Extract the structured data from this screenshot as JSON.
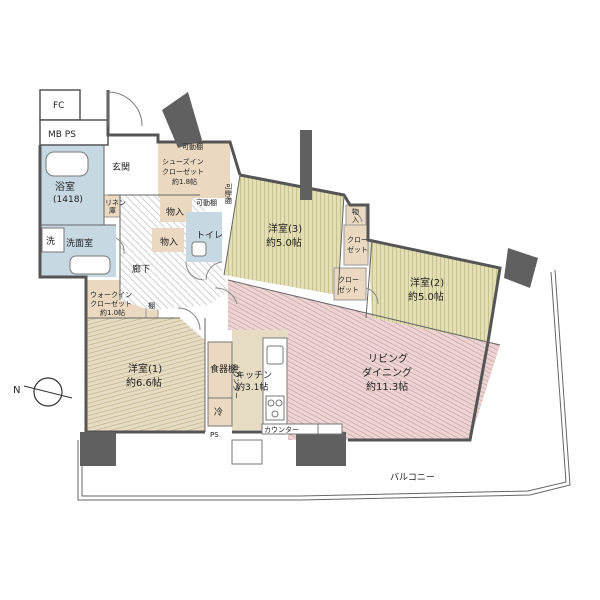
{
  "colors": {
    "room_tan": "#e6dcc4",
    "room_tan_line": "#bfae86",
    "room_olive": "#e2dfb4",
    "room_olive_line": "#b9b37c",
    "room_pink": "#ecd4d4",
    "room_pink_line": "#c99c9c",
    "room_blue": "#c6d9e3",
    "closet_tan": "#ead8c0",
    "hall_stripe": "#cfcfcf",
    "wall": "#555555",
    "column": "#606060"
  },
  "labels": {
    "fc": "FC",
    "mb_ps": "MB PS",
    "genkan": "玄関",
    "kadoudana_1": "可動棚",
    "kadoudana_2": "可動棚",
    "kadoudana_3": "可動棚",
    "shoes_closet_1": "シューズイン",
    "shoes_closet_2": "クローゼット",
    "shoes_closet_3": "約1.8帖",
    "bath_1": "浴室",
    "bath_2": "(1418)",
    "linen_1": "リネン",
    "linen_2": "庫",
    "wash": "洗",
    "senmenshitsu": "洗面室",
    "monoire_1": "物入",
    "monoire_2": "物入",
    "monoire_3_1": "物",
    "monoire_3_2": "入",
    "toilet": "トイレ",
    "rouka": "廊下",
    "walkin_1": "ウォークイン",
    "walkin_2": "クローゼット",
    "walkin_3": "約1.0帖",
    "tana": "棚",
    "youshitsu3_1": "洋室(3)",
    "youshitsu3_2": "約5.0帖",
    "closet_1": "クロー",
    "closet_2": "ゼット",
    "closet2_1": "クロー",
    "closet2_2": "ゼット",
    "youshitsu2_1": "洋室(2)",
    "youshitsu2_2": "約5.0帖",
    "youshitsu1_1": "洋室(1)",
    "youshitsu1_2": "約6.6帖",
    "shokkidana": "食器棚",
    "counter_v": "カウンター",
    "kitchen_1": "キッチン",
    "kitchen_2": "約3.1帖",
    "living_1": "リビング",
    "living_2": "ダイニング",
    "living_3": "約11.3帖",
    "rei": "冷",
    "ps": "PS",
    "counter_h": "カウンター",
    "balcony": "バルコニー",
    "north": "N"
  }
}
